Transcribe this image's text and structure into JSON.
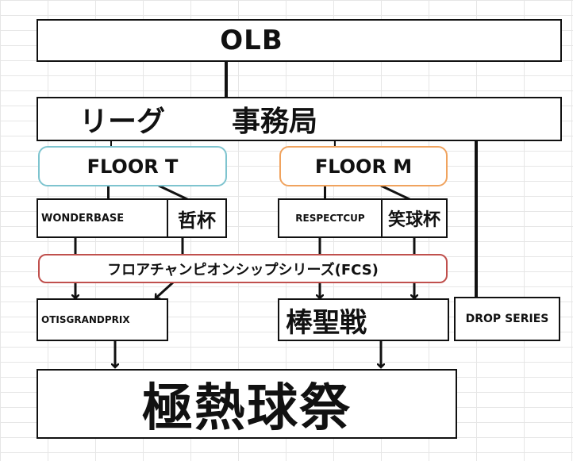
{
  "diagram": {
    "olb": "OLB",
    "league": "リーグ",
    "office": "事務局",
    "floor_t": "FLOOR T",
    "floor_m": "FLOOR M",
    "wonderbase": "WONDERBASE",
    "tetsuhai": "哲杯",
    "respectcup": "RESPECTCUP",
    "shokyuhai": "笑球杯",
    "fcs": "フロアチャンピオンシップシリーズ(FCS)",
    "otisgrandprix": "OTISGRANDPRIX",
    "bouseisen": "棒聖戦",
    "drop_series": "DROP SERIES",
    "gokunetsu": "極熱球祭"
  },
  "colors": {
    "floor_t_border": "#7ec4cf",
    "floor_m_border": "#f0a35e",
    "fcs_border": "#c0504d",
    "line": "#111111"
  }
}
